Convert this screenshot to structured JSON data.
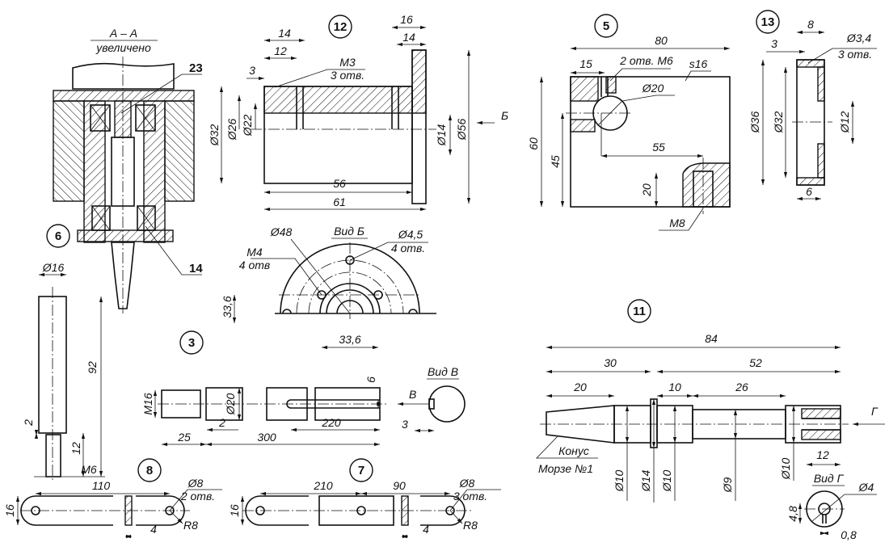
{
  "section_aa": {
    "title": "А – А",
    "subtitle": "увеличено",
    "callout_a": "23",
    "callout_b": "14"
  },
  "part12": {
    "number": "12",
    "labels": [
      "14",
      "12",
      "3",
      "М3",
      "3 отв.",
      "16",
      "14",
      "Ø32",
      "Ø26",
      "Ø22",
      "Ø14",
      "Ø56",
      "Б",
      "56",
      "61"
    ]
  },
  "view_b": {
    "title": "Вид Б",
    "labels": [
      "Ø48",
      "Ø4,5",
      "4 отв.",
      "М4",
      "4 отв",
      "33,6",
      "33,6"
    ]
  },
  "part6": {
    "number": "6",
    "labels": [
      "Ø16",
      "92",
      "2",
      "12",
      "М6"
    ]
  },
  "part3": {
    "number": "3",
    "labels": [
      "М16",
      "Ø20",
      "2",
      "25",
      "300",
      "220",
      "6",
      "В",
      "Вид В",
      "3"
    ]
  },
  "part8": {
    "number": "8",
    "labels": [
      "110",
      "Ø8",
      "2 отв.",
      "16",
      "4",
      "R8"
    ]
  },
  "part7": {
    "number": "7",
    "labels": [
      "210",
      "90",
      "Ø8",
      "3 отв.",
      "16",
      "4",
      "R8"
    ]
  },
  "part5": {
    "number": "5",
    "labels": [
      "80",
      "15",
      "2 отв. М6",
      "s16",
      "Ø20",
      "60",
      "45",
      "55",
      "20",
      "М8"
    ]
  },
  "part13": {
    "number": "13",
    "labels": [
      "8",
      "3",
      "Ø3,4",
      "3 отв.",
      "Ø36",
      "Ø32",
      "Ø12",
      "6"
    ]
  },
  "part11": {
    "number": "11",
    "labels": [
      "84",
      "30",
      "52",
      "20",
      "10",
      "26",
      "Г",
      "12",
      "Конус",
      "Морзе №1",
      "Ø10",
      "Ø14",
      "Ø10",
      "Ø9",
      "Ø10",
      "Вид Г",
      "Ø4",
      "4,8",
      "0,8"
    ]
  }
}
